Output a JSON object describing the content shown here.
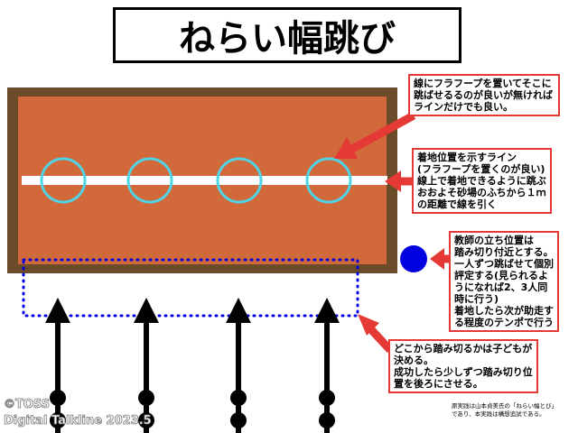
{
  "title": "ねらい幅跳び",
  "callouts": {
    "hoop": "線にフラフープを置いてそこに跳ばせるるのが良いが無ければラインだけでも良い。",
    "line": "着地位置を示すライン\n(フラフープを置くのが良い)\n線上で着地できるように跳ぶ\nおおよそ砂場のふちから１ｍ\nの距離で線を引く",
    "teacher": "教師の立ち位置は\n踏み切り付近とする。\n一人ずつ跳ばせて個別\n評定する(見られるよ\nうになれば2、3人同\n時に行う)\n着地したら次が助走す\nる程度のテンポで行う",
    "takeoff": "どこから踏み切るかは子どもが\n決める。\n成功したら少しずつ踏み切り位\n置を後ろにさせる。"
  },
  "credit": "©TOSS\nDigital Talkline 2023.5",
  "note": "原実践は山本貞美氏の「ねらい幅とび」\nであり、本実践は構想追試である。",
  "colors": {
    "frame": "#6b4c2a",
    "sand": "#d2693b",
    "hoop": "#4fd3e6",
    "teacher": "#0000e0",
    "arrow": "#e53935"
  }
}
